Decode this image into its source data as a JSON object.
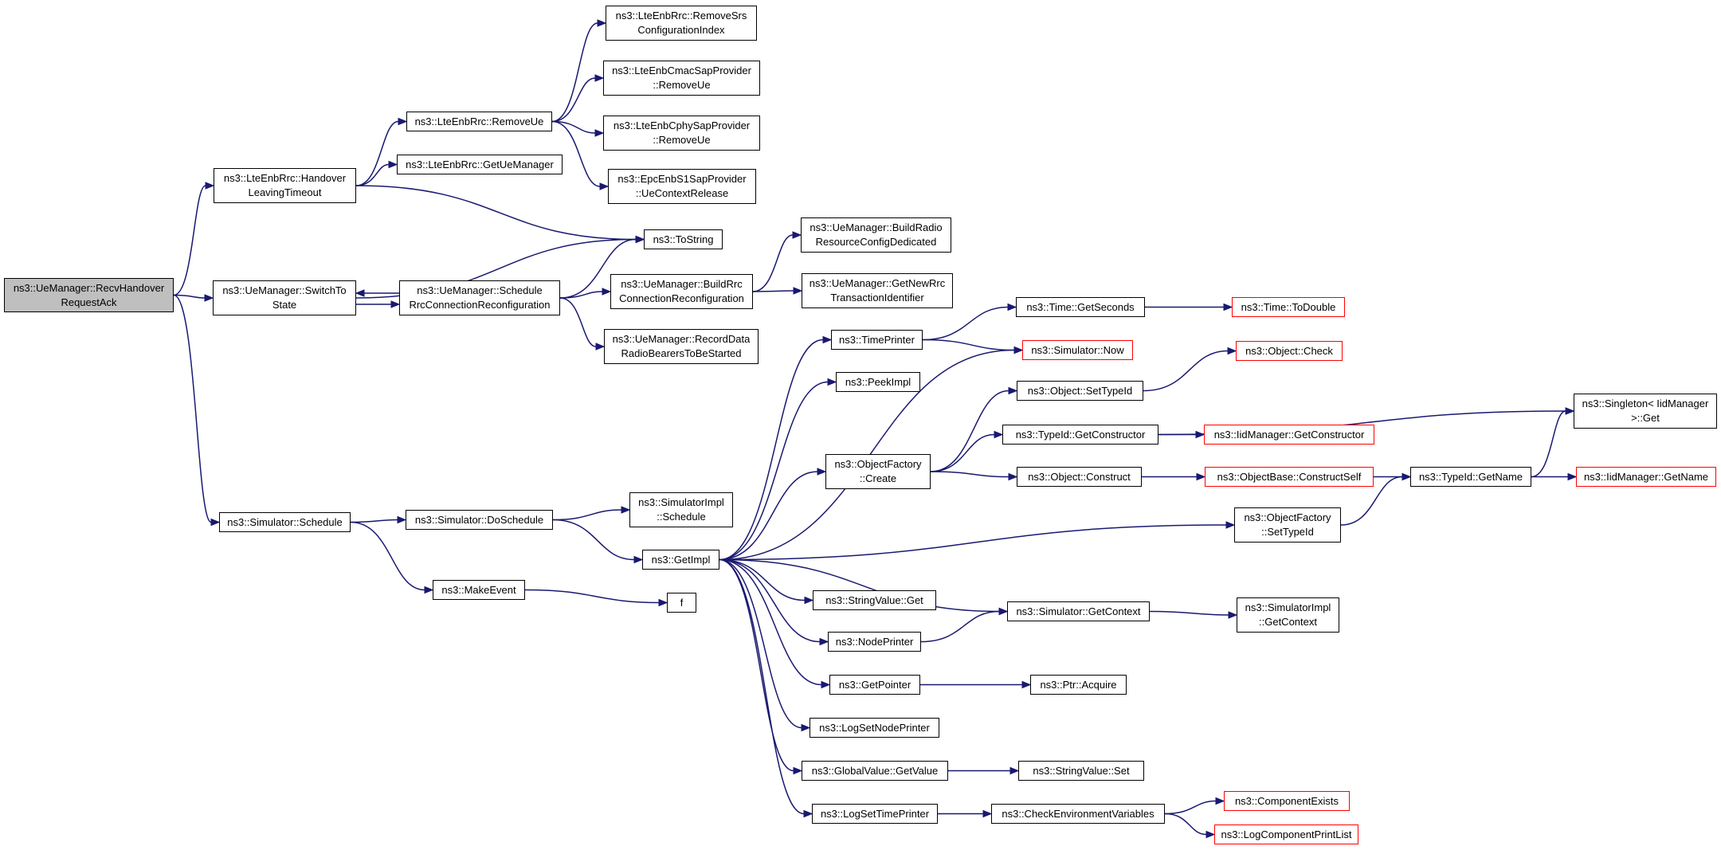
{
  "diagram": {
    "type": "call-graph",
    "colors": {
      "edge": "#191970",
      "node_border": "#000000",
      "truncated_border": "#ff0000",
      "root_fill": "#bfbfbf"
    },
    "nodes": [
      {
        "id": "recv",
        "lines": [
          "ns3::UeManager::RecvHandover",
          "RequestAck"
        ],
        "root": true
      },
      {
        "id": "hlt",
        "lines": [
          "ns3::LteEnbRrc::Handover",
          "LeavingTimeout"
        ]
      },
      {
        "id": "removeue",
        "lines": [
          "ns3::LteEnbRrc::RemoveUe"
        ]
      },
      {
        "id": "getuemgr",
        "lines": [
          "ns3::LteEnbRrc::GetUeManager"
        ]
      },
      {
        "id": "rmsrs",
        "lines": [
          "ns3::LteEnbRrc::RemoveSrs",
          "ConfigurationIndex"
        ]
      },
      {
        "id": "cmac",
        "lines": [
          "ns3::LteEnbCmacSapProvider",
          "::RemoveUe"
        ]
      },
      {
        "id": "cphy",
        "lines": [
          "ns3::LteEnbCphySapProvider",
          "::RemoveUe"
        ]
      },
      {
        "id": "epc",
        "lines": [
          "ns3::EpcEnbS1SapProvider",
          "::UeContextRelease"
        ]
      },
      {
        "id": "tostring",
        "lines": [
          "ns3::ToString"
        ]
      },
      {
        "id": "switch",
        "lines": [
          "ns3::UeManager::SwitchTo",
          "State"
        ]
      },
      {
        "id": "sched_rrc",
        "lines": [
          "ns3::UeManager::Schedule",
          "RrcConnectionReconfiguration"
        ]
      },
      {
        "id": "buildrrc",
        "lines": [
          "ns3::UeManager::BuildRrc",
          "ConnectionReconfiguration"
        ]
      },
      {
        "id": "buildradio",
        "lines": [
          "ns3::UeManager::BuildRadio",
          "ResourceConfigDedicated"
        ]
      },
      {
        "id": "newrrc",
        "lines": [
          "ns3::UeManager::GetNewRrc",
          "TransactionIdentifier"
        ]
      },
      {
        "id": "recdata",
        "lines": [
          "ns3::UeManager::RecordData",
          "RadioBearersToBeStarted"
        ]
      },
      {
        "id": "simsched",
        "lines": [
          "ns3::Simulator::Schedule"
        ]
      },
      {
        "id": "dosched",
        "lines": [
          "ns3::Simulator::DoSchedule"
        ]
      },
      {
        "id": "implsched",
        "lines": [
          "ns3::SimulatorImpl",
          "::Schedule"
        ]
      },
      {
        "id": "getimpl",
        "lines": [
          "ns3::GetImpl"
        ]
      },
      {
        "id": "makeevent",
        "lines": [
          "ns3::MakeEvent"
        ]
      },
      {
        "id": "f",
        "lines": [
          "f"
        ]
      },
      {
        "id": "timeprinter",
        "lines": [
          "ns3::TimePrinter"
        ]
      },
      {
        "id": "getseconds",
        "lines": [
          "ns3::Time::GetSeconds"
        ]
      },
      {
        "id": "todouble",
        "lines": [
          "ns3::Time::ToDouble"
        ],
        "truncated": true
      },
      {
        "id": "simnow",
        "lines": [
          "ns3::Simulator::Now"
        ],
        "truncated": true
      },
      {
        "id": "peekimpl",
        "lines": [
          "ns3::PeekImpl"
        ]
      },
      {
        "id": "objcheck",
        "lines": [
          "ns3::Object::Check"
        ],
        "truncated": true
      },
      {
        "id": "settypeid",
        "lines": [
          "ns3::Object::SetTypeId"
        ]
      },
      {
        "id": "getctor",
        "lines": [
          "ns3::TypeId::GetConstructor"
        ]
      },
      {
        "id": "iidgetctor",
        "lines": [
          "ns3::IidManager::GetConstructor"
        ],
        "truncated": true
      },
      {
        "id": "singleton",
        "lines": [
          "ns3::Singleton< IidManager",
          ">::Get"
        ]
      },
      {
        "id": "objfcreate",
        "lines": [
          "ns3::ObjectFactory",
          "::Create"
        ]
      },
      {
        "id": "objconstruct",
        "lines": [
          "ns3::Object::Construct"
        ]
      },
      {
        "id": "constructself",
        "lines": [
          "ns3::ObjectBase::ConstructSelf"
        ],
        "truncated": true
      },
      {
        "id": "gettidname",
        "lines": [
          "ns3::TypeId::GetName"
        ]
      },
      {
        "id": "iidgetname",
        "lines": [
          "ns3::IidManager::GetName"
        ],
        "truncated": true
      },
      {
        "id": "objfsettid",
        "lines": [
          "ns3::ObjectFactory",
          "::SetTypeId"
        ]
      },
      {
        "id": "strget",
        "lines": [
          "ns3::StringValue::Get"
        ]
      },
      {
        "id": "nodeprinter",
        "lines": [
          "ns3::NodePrinter"
        ]
      },
      {
        "id": "getcontext",
        "lines": [
          "ns3::Simulator::GetContext"
        ]
      },
      {
        "id": "implgetctx",
        "lines": [
          "ns3::SimulatorImpl",
          "::GetContext"
        ]
      },
      {
        "id": "getpointer",
        "lines": [
          "ns3::GetPointer"
        ]
      },
      {
        "id": "acquire",
        "lines": [
          "ns3::Ptr::Acquire"
        ]
      },
      {
        "id": "logsetnode",
        "lines": [
          "ns3::LogSetNodePrinter"
        ]
      },
      {
        "id": "gvgetvalue",
        "lines": [
          "ns3::GlobalValue::GetValue"
        ]
      },
      {
        "id": "strset",
        "lines": [
          "ns3::StringValue::Set"
        ]
      },
      {
        "id": "logsettime",
        "lines": [
          "ns3::LogSetTimePrinter"
        ]
      },
      {
        "id": "checkenv",
        "lines": [
          "ns3::CheckEnvironmentVariables"
        ]
      },
      {
        "id": "compexists",
        "lines": [
          "ns3::ComponentExists"
        ],
        "truncated": true
      },
      {
        "id": "logcompprint",
        "lines": [
          "ns3::LogComponentPrintList"
        ],
        "truncated": true
      }
    ],
    "edges": [
      [
        "recv",
        "hlt"
      ],
      [
        "recv",
        "switch"
      ],
      [
        "recv",
        "simsched"
      ],
      [
        "hlt",
        "removeue"
      ],
      [
        "hlt",
        "getuemgr"
      ],
      [
        "hlt",
        "tostring"
      ],
      [
        "removeue",
        "rmsrs"
      ],
      [
        "removeue",
        "cmac"
      ],
      [
        "removeue",
        "cphy"
      ],
      [
        "removeue",
        "epc"
      ],
      [
        "switch",
        "tostring"
      ],
      [
        "switch",
        "sched_rrc"
      ],
      [
        "sched_rrc",
        "switch"
      ],
      [
        "sched_rrc",
        "tostring"
      ],
      [
        "sched_rrc",
        "buildrrc"
      ],
      [
        "sched_rrc",
        "recdata"
      ],
      [
        "buildrrc",
        "buildradio"
      ],
      [
        "buildrrc",
        "newrrc"
      ],
      [
        "simsched",
        "dosched"
      ],
      [
        "simsched",
        "makeevent"
      ],
      [
        "dosched",
        "implsched"
      ],
      [
        "dosched",
        "getimpl"
      ],
      [
        "makeevent",
        "f"
      ],
      [
        "getimpl",
        "timeprinter"
      ],
      [
        "getimpl",
        "simnow"
      ],
      [
        "getimpl",
        "peekimpl"
      ],
      [
        "getimpl",
        "objfcreate"
      ],
      [
        "getimpl",
        "objfsettid"
      ],
      [
        "getimpl",
        "strget"
      ],
      [
        "getimpl",
        "nodeprinter"
      ],
      [
        "getimpl",
        "getcontext"
      ],
      [
        "getimpl",
        "getpointer"
      ],
      [
        "getimpl",
        "logsetnode"
      ],
      [
        "getimpl",
        "gvgetvalue"
      ],
      [
        "getimpl",
        "logsettime"
      ],
      [
        "timeprinter",
        "getseconds"
      ],
      [
        "timeprinter",
        "simnow"
      ],
      [
        "getseconds",
        "todouble"
      ],
      [
        "objfcreate",
        "settypeid"
      ],
      [
        "objfcreate",
        "getctor"
      ],
      [
        "objfcreate",
        "objconstruct"
      ],
      [
        "settypeid",
        "objcheck"
      ],
      [
        "getctor",
        "iidgetctor"
      ],
      [
        "getctor",
        "singleton"
      ],
      [
        "objconstruct",
        "constructself"
      ],
      [
        "constructself",
        "gettidname"
      ],
      [
        "gettidname",
        "singleton"
      ],
      [
        "gettidname",
        "iidgetname"
      ],
      [
        "objfsettid",
        "gettidname"
      ],
      [
        "nodeprinter",
        "getcontext"
      ],
      [
        "getcontext",
        "implgetctx"
      ],
      [
        "getpointer",
        "acquire"
      ],
      [
        "gvgetvalue",
        "strset"
      ],
      [
        "logsettime",
        "checkenv"
      ],
      [
        "checkenv",
        "compexists"
      ],
      [
        "checkenv",
        "logcompprint"
      ]
    ]
  }
}
